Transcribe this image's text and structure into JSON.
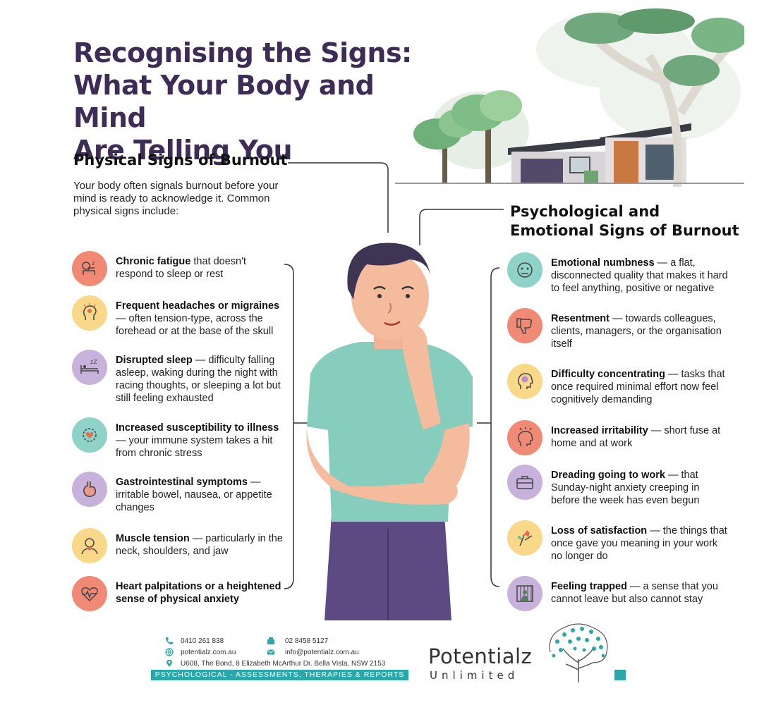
{
  "title": {
    "line1": "Recognising the Signs:",
    "line2": "What Your Body and Mind",
    "line3": "Are Telling You"
  },
  "physical": {
    "heading": "Physical Signs of Burnout",
    "intro": "Your body often signals burnout before your mind is ready to acknowledge it. Common physical signs include:",
    "items": [
      {
        "bold": "Chronic fatigue",
        "rest": " that doesn't respond to sleep or rest",
        "icon": "tired-person-icon",
        "color": "#f08a75"
      },
      {
        "bold": "Frequent headaches or migraines",
        "rest": " — often tension-type, across the forehead or at the base of the skull",
        "icon": "headache-icon",
        "color": "#f9d88a"
      },
      {
        "bold": "Disrupted sleep",
        "rest": " — difficulty falling asleep, waking during the night with racing thoughts, or sleeping a lot but still feeling exhausted",
        "icon": "bed-sleep-icon",
        "color": "#c7b2db"
      },
      {
        "bold": "Increased susceptibility to illness",
        "rest": " — your immune system takes a hit from chronic stress",
        "icon": "immune-heart-icon",
        "color": "#8fd3c8"
      },
      {
        "bold": "Gastrointestinal symptoms",
        "rest": " — irritable bowel, nausea, or appetite changes",
        "icon": "stomach-icon",
        "color": "#c7b2db"
      },
      {
        "bold": "Muscle tension",
        "rest": " — particularly in the neck, shoulders, and jaw",
        "icon": "neck-tension-icon",
        "color": "#f9d88a"
      },
      {
        "bold": "Heart palpitations or a heightened sense of physical anxiety",
        "rest": "",
        "icon": "heartbeat-icon",
        "color": "#f08a75"
      }
    ]
  },
  "psych": {
    "heading_line1": "Psychological and",
    "heading_line2": "Emotional Signs of Burnout",
    "items": [
      {
        "bold": "Emotional numbness",
        "rest": " — a flat, disconnected quality that makes it hard to feel anything, positive or negative",
        "icon": "blank-face-icon",
        "color": "#8fd3c8"
      },
      {
        "bold": "Resentment",
        "rest": " — towards colleagues, clients, managers, or the organisation itself",
        "icon": "thumbs-down-icon",
        "color": "#f08a75"
      },
      {
        "bold": "Difficulty concentrating",
        "rest": " — tasks that once required minimal effort now feel cognitively demanding",
        "icon": "brain-head-icon",
        "color": "#f9d88a"
      },
      {
        "bold": "Increased irritability",
        "rest": " — short fuse at home and at work",
        "icon": "angry-head-icon",
        "color": "#f08a75"
      },
      {
        "bold": "Dreading going to work",
        "rest": " — that Sunday-night anxiety creeping in before the week has even begun",
        "icon": "briefcase-icon",
        "color": "#c7b2db"
      },
      {
        "bold": "Loss of satisfaction",
        "rest": " — the things that once gave you meaning in your work no longer do",
        "icon": "wilted-flower-icon",
        "color": "#f9d88a"
      },
      {
        "bold": "Feeling trapped",
        "rest": " — a sense that you cannot leave but also cannot stay",
        "icon": "caged-person-icon",
        "color": "#c7b2db"
      }
    ]
  },
  "footer": {
    "phone": "0410  261 838",
    "fax": "02 8458 5127",
    "website": "potentialz.com.au",
    "email": "info@potentialz.com.au",
    "address": "U608, The Bond, 8 Elizabeth McArthur Dr. Bella Vista, NSW 2153",
    "tagline": "PSYCHOLOGICAL - ASSESSMENTS, THERAPIES & REPORTS",
    "brand_line1": "Potentialz",
    "brand_line2": "Unlimited",
    "accent": "#2aa7a8"
  }
}
